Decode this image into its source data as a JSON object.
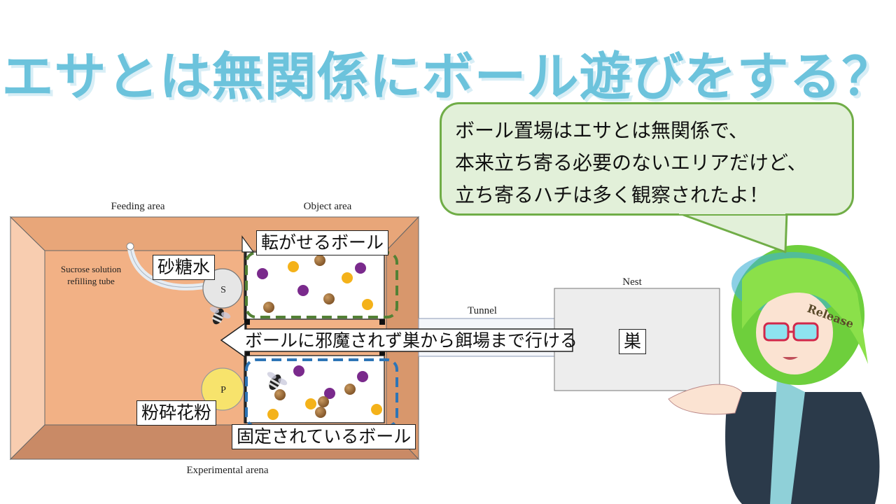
{
  "title": "エサとは無関係にボール遊びをする？",
  "speech_bubble": {
    "lines": [
      "ボール置場はエサとは無関係で、",
      "本来立ち寄る必要のないエリアだけど、",
      "立ち寄るハチは多く観察されたよ！"
    ]
  },
  "diagram": {
    "feeding_area_caption": "Feeding area",
    "object_area_caption": "Object area",
    "experimental_arena_caption": "Experimental arena",
    "nest_caption": "Nest",
    "tunnel_caption": "Tunnel",
    "sucrose_label_line1": "Sucrose solution",
    "sucrose_label_line2": "refilling tube",
    "s_marker": "S",
    "p_marker": "P",
    "colors": {
      "arena_inner": "#f2b185",
      "arena_left_wall": "#f8cdb0",
      "arena_top_wall": "#e8a679",
      "arena_bottom_wall": "#c98a66",
      "pollen": "#f7e36c",
      "ball_purple": "#7a2a8c",
      "ball_yellow": "#f4b21a",
      "ball_wood": "#9c6b3a",
      "rolling_box": "#538135",
      "fixed_box": "#2e75b6"
    }
  },
  "annotations": {
    "sugar_water": "砂糖水",
    "pollen": "粉砕花粉",
    "rolling_balls": "転がせるボール",
    "fixed_balls": "固定されているボール",
    "path_note": "ボールに邪魔されず巣から餌場まで行ける",
    "nest": "巣"
  },
  "character": {
    "badge_text": "Release"
  }
}
